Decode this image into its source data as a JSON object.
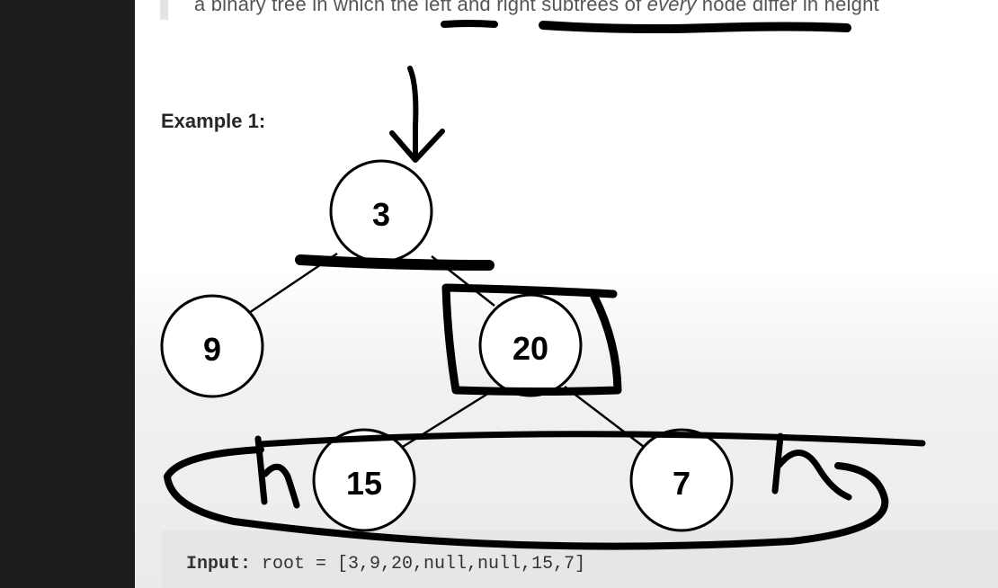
{
  "description": {
    "prefix": "a binary tree in which the ",
    "left_word": "left",
    "middle": " and ",
    "right_phrase": "right subtrees",
    "of_text": " of ",
    "every_word": "every",
    "suffix": " node differ in height"
  },
  "example": {
    "heading": "Example 1:"
  },
  "tree": {
    "nodes": [
      {
        "id": "n3",
        "label": "3"
      },
      {
        "id": "n9",
        "label": "9"
      },
      {
        "id": "n20",
        "label": "20"
      },
      {
        "id": "n15",
        "label": "15"
      },
      {
        "id": "n7",
        "label": "7"
      }
    ],
    "edges": [
      [
        "n3",
        "n9"
      ],
      [
        "n3",
        "n20"
      ],
      [
        "n20",
        "n15"
      ],
      [
        "n20",
        "n7"
      ]
    ]
  },
  "annotations": {
    "left_h": "h",
    "right_h": "h"
  },
  "code": {
    "label": "Input:",
    "value": " root = [3,9,20,null,null,15,7]"
  },
  "colors": {
    "ink": "#000000",
    "sidebar": "#1c1c1c",
    "code_bg": "#e6e6e6"
  }
}
